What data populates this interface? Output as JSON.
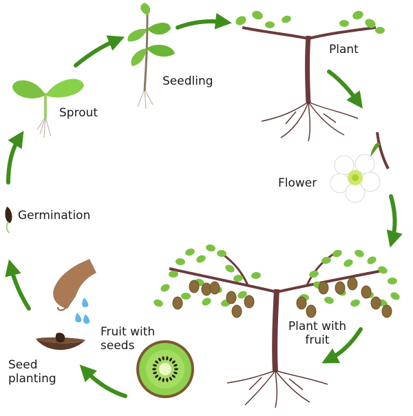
{
  "stages": [
    {
      "key": "sprout",
      "label": "Sprout"
    },
    {
      "key": "seedling",
      "label": "Seedling"
    },
    {
      "key": "plant",
      "label": "Plant"
    },
    {
      "key": "flower",
      "label": "Flower"
    },
    {
      "key": "plant_with_fruit",
      "label_line1": "Plant with",
      "label_line2": "fruit"
    },
    {
      "key": "fruit_with_seeds",
      "label_line1": "Fruit with",
      "label_line2": "seeds"
    },
    {
      "key": "seed_planting",
      "label_line1": "Seed",
      "label_line2": "planting"
    },
    {
      "key": "germination",
      "label": "Germination"
    }
  ],
  "colors": {
    "arrow": "#3e8e1c",
    "leaf": "#7cc242",
    "leaf_dark": "#4f9a26",
    "trunk": "#6b3a3a",
    "root": "#5a3a36",
    "kiwi_skin": "#8a6b3a",
    "kiwi_flesh": "#8fd14f",
    "seed": "#3a2418",
    "hand": "#a97a54",
    "water": "#5fb6e8"
  },
  "icons": [
    "sprout-icon",
    "seedling-icon",
    "tree-icon",
    "flower-icon",
    "fruit-tree-icon",
    "kiwi-slice-icon",
    "hand-icon",
    "seed-icon",
    "soil-icon"
  ]
}
